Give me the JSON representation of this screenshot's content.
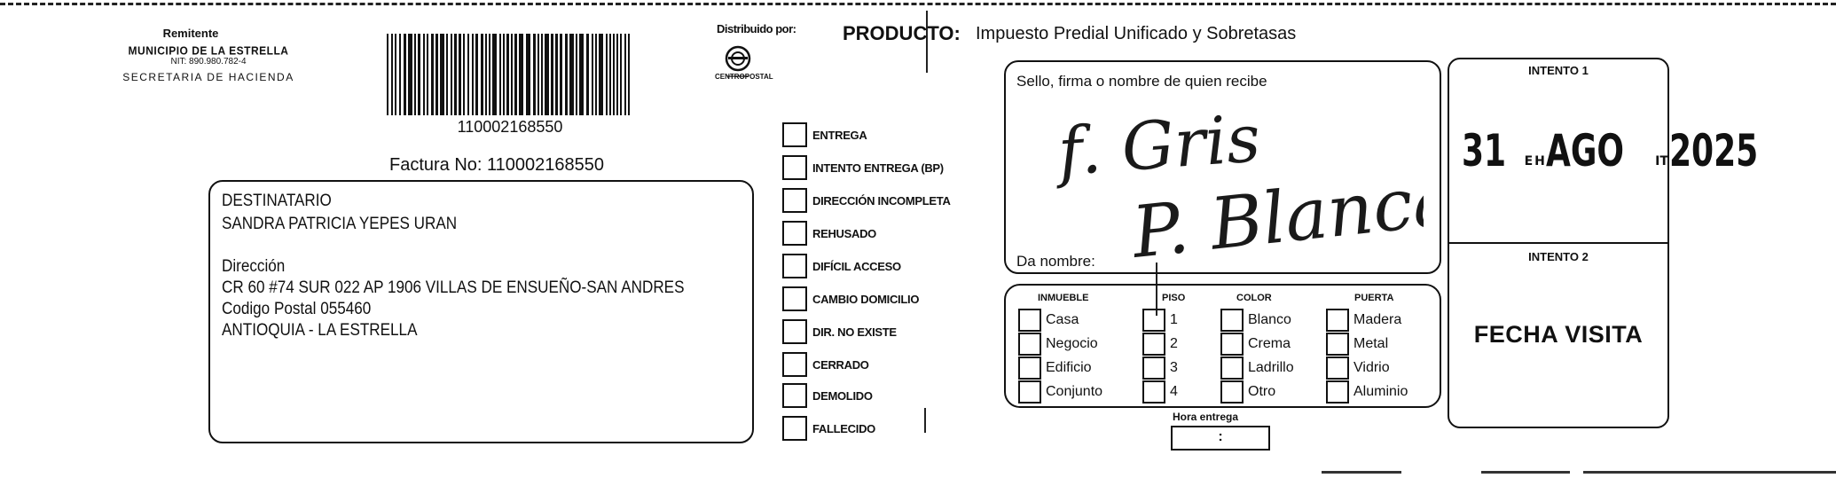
{
  "sender": {
    "label": "Remitente",
    "name": "MUNICIPIO DE LA ESTRELLA",
    "nit": "NIT: 890.980.782-4",
    "department": "SECRETARIA DE HACIENDA"
  },
  "barcode": {
    "number": "110002168550"
  },
  "invoice": {
    "label": "Factura No: 110002168550"
  },
  "recipient": {
    "heading": "DESTINATARIO",
    "name": "SANDRA PATRICIA YEPES URAN",
    "address_label": "Dirección",
    "address": "CR 60  #74 SUR 022 AP 1906 VILLAS DE ENSUEÑO-SAN ANDRES",
    "postal": "Codigo Postal  055460",
    "city": "ANTIOQUIA - LA ESTRELLA"
  },
  "distributor": {
    "label": "Distribuido por:",
    "name": "CENTROPOSTAL"
  },
  "product": {
    "label": "PRODUCTO:",
    "value": "Impuesto Predial Unificado y Sobretasas"
  },
  "delivery_status": [
    {
      "label": "ENTREGA"
    },
    {
      "label": "INTENTO ENTREGA (BP)"
    },
    {
      "label": "DIRECCIÓN INCOMPLETA"
    },
    {
      "label": "REHUSADO"
    },
    {
      "label": "DIFÍCIL ACCESO"
    },
    {
      "label": "CAMBIO DOMICILIO"
    },
    {
      "label": "DIR. NO EXISTE"
    },
    {
      "label": "CERRADO"
    },
    {
      "label": "DEMOLIDO"
    },
    {
      "label": "FALLECIDO"
    }
  ],
  "receipt": {
    "sign_label": "Sello, firma o nombre de quien recibe",
    "receiver_label": "Da nombre:",
    "handwritten_line1": "f. Gris",
    "handwritten_line2": "P. Blanca"
  },
  "property": {
    "inmueble": {
      "label": "INMUEBLE",
      "options": [
        "Casa",
        "Negocio",
        "Edificio",
        "Conjunto"
      ]
    },
    "piso": {
      "label": "PISO",
      "options": [
        "1",
        "2",
        "3",
        "4"
      ]
    },
    "color": {
      "label": "COLOR",
      "options": [
        "Blanco",
        "Crema",
        "Ladrillo",
        "Otro"
      ]
    },
    "puerta": {
      "label": "PUERTA",
      "options": [
        "Madera",
        "Metal",
        "Vidrio",
        "Aluminio"
      ]
    }
  },
  "delivery_hour": {
    "label": "Hora entrega",
    "value": ":"
  },
  "attempts": {
    "first_label": "INTENTO 1",
    "stamp_day": "31",
    "stamp_month": "AGO",
    "stamp_year": "2025",
    "stamp_small1": "E",
    "stamp_small2": "H",
    "stamp_small3": "IT",
    "second_label": "INTENTO 2",
    "visit_label": "FECHA VISITA"
  },
  "colors": {
    "ink": "#111111",
    "paper": "#ffffff",
    "handwriting": "#1a1a1a"
  }
}
